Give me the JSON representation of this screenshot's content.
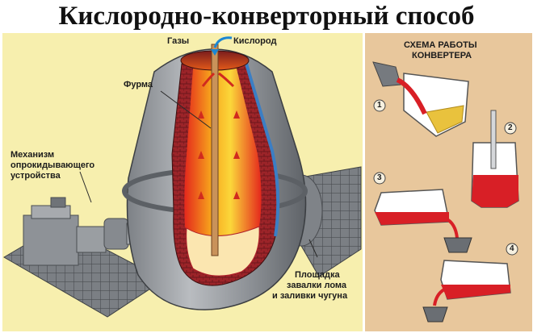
{
  "title": "Кислородно-конвертoрный способ",
  "labels": {
    "gases": "Газы",
    "oxygen": "Кислород",
    "lance": "Фурма",
    "mechanism": [
      "Механизм",
      "опрокидывающего",
      "устройства"
    ],
    "platform": [
      "Площадка",
      "завалки лома",
      "и заливки чугуна"
    ]
  },
  "scheme": {
    "title": [
      "СХЕМА РАБОТЫ",
      "КОНВЕРТЕРА"
    ],
    "steps": [
      "1",
      "2",
      "3",
      "4"
    ]
  },
  "colors": {
    "main_bg": "#f7efae",
    "scheme_bg": "#e8c79c",
    "steel": "#8e9297",
    "brick": "#a3242a",
    "flame": "#f4a01e",
    "melt": "#d81f26",
    "scrap": "#d9b43a",
    "oxygen_arrow": "#1b86d3"
  }
}
